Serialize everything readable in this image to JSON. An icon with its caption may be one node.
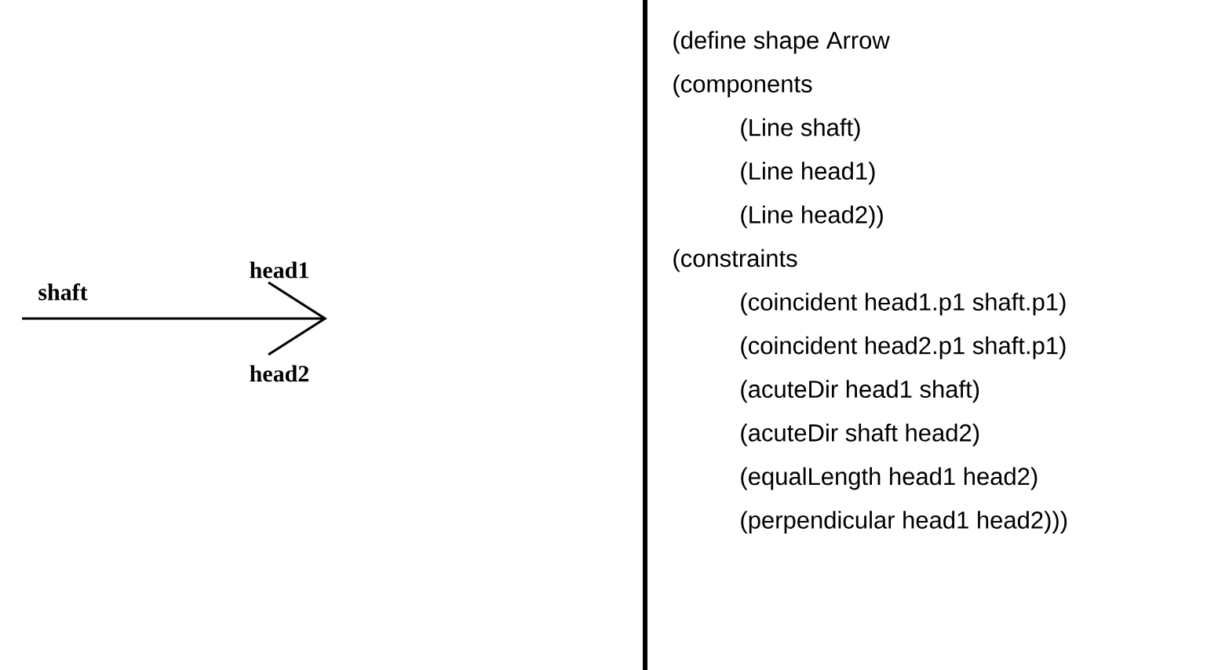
{
  "diagram": {
    "labels": [
      "shaft",
      "head1",
      "head2",
      "(define shape Arrow",
      "(components",
      "(Line shaft)",
      "(Line head1)",
      "(Line head2))",
      "(constraints",
      "(coincident head1.p1 shaft.p1)",
      "(coincident head2.p1 shaft.p1)",
      "(acuteDir head1 shaft)",
      "(acuteDir shaft head2)",
      "(equalLength head1 head2)",
      "(perpendicular head1 head2)))"
    ]
  }
}
